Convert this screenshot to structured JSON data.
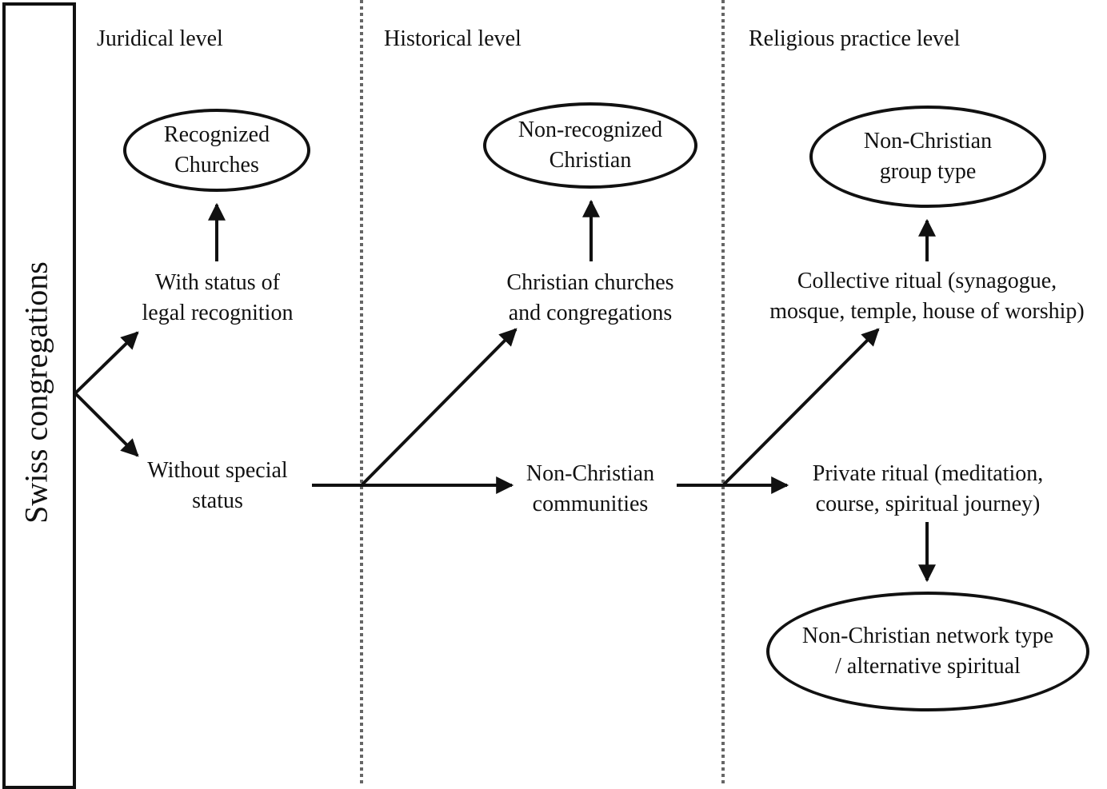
{
  "side_label": "Swiss congregations",
  "headers": {
    "juridical": "Juridical level",
    "historical": "Historical level",
    "religious": "Religious practice level"
  },
  "ovals": {
    "recognized": "Recognized\nChurches",
    "non_recognized": "Non-recognized\nChristian",
    "group_type": "Non-Christian\ngroup type",
    "network_type": "Non-Christian network type\n/ alternative spiritual"
  },
  "nodes": {
    "with_status": "With status of\nlegal recognition",
    "without_status": "Without special\nstatus",
    "christian_churches": "Christian churches\nand congregations",
    "non_christian": "Non-Christian\ncommunities",
    "collective_ritual": "Collective ritual (synagogue,\nmosque, temple, house of worship)",
    "private_ritual": "Private ritual (meditation,\ncourse, spiritual journey)"
  }
}
